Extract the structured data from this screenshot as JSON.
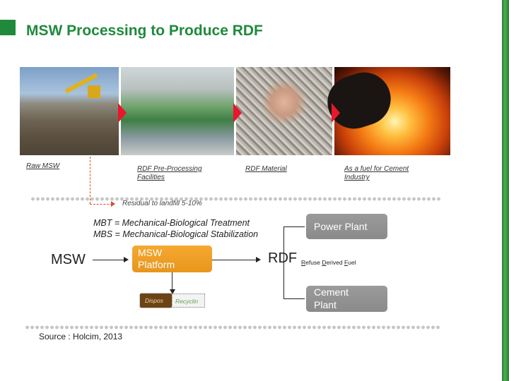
{
  "slide": {
    "title": "MSW Processing to Produce RDF",
    "brand_color": "#1f8a3c"
  },
  "photos": {
    "captions": [
      "Raw MSW",
      "RDF Pre-Processing Facilities",
      "RDF Material",
      "As a fuel for Cement Industry"
    ],
    "residual": "Residual to landfill 5-10%"
  },
  "diagram": {
    "definition_mbt": "MBT = Mechanical-Biological Treatment",
    "definition_mbs": "MBS = Mechanical-Biological Stabilization",
    "source_label": "MSW",
    "platform_label_line1": "MSW",
    "platform_label_line2": "Platform",
    "output_label": "RDF",
    "output_expansion": {
      "r": "R",
      "r_rest": "efuse ",
      "d": "D",
      "d_rest": "erived ",
      "f": "F",
      "f_rest": "uel"
    },
    "dispose_label": "Dispos",
    "recycle_label": "Recyclin",
    "destination_power": "Power Plant",
    "destination_cement_line1": "Cement",
    "destination_cement_line2": "Plant",
    "platform_color": "#f09f26",
    "destination_color": "#939393",
    "arrow_color": "#e8172b"
  },
  "footer": {
    "source": "Source : Holcim, 2013"
  }
}
